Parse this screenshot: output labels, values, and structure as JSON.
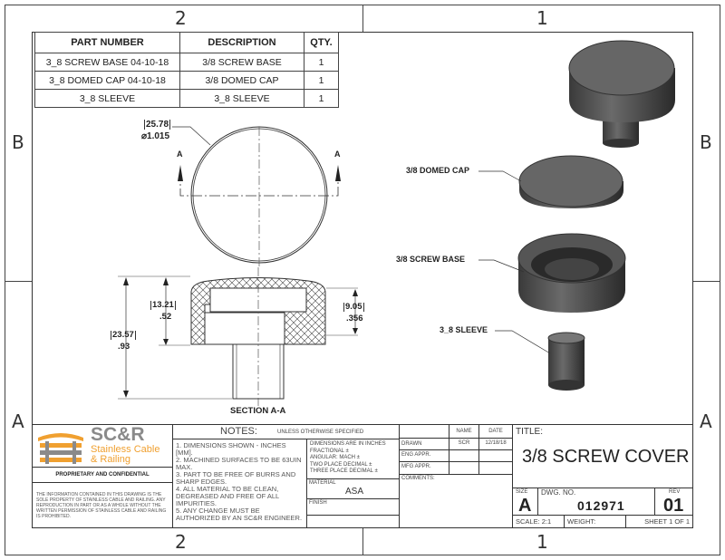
{
  "zones": {
    "top": [
      "2",
      "1"
    ],
    "bottom": [
      "2",
      "1"
    ],
    "left": [
      "B",
      "A"
    ],
    "right": [
      "B",
      "A"
    ]
  },
  "bom": {
    "headers": [
      "PART NUMBER",
      "DESCRIPTION",
      "QTY."
    ],
    "rows": [
      [
        "3_8 SCREW BASE 04-10-18",
        "3/8 SCREW BASE",
        "1"
      ],
      [
        "3_8 DOMED CAP 04-10-18",
        "3/8 DOMED CAP",
        "1"
      ],
      [
        "3_8 SLEEVE",
        "3_8 SLEEVE",
        "1"
      ]
    ]
  },
  "views": {
    "diameter_mm": "25.78",
    "diameter_in": "⌀1.015",
    "section_marker": "A",
    "height_total_mm": "23.57",
    "height_total_in": ".93",
    "height_cap_mm": "13.21",
    "height_cap_in": ".52",
    "depth_mm": "9.05",
    "depth_in": ".356",
    "section_label": "SECTION A-A"
  },
  "callouts": [
    "3/8 DOMED CAP",
    "3/8 SCREW BASE",
    "3_8 SLEEVE"
  ],
  "titleblock": {
    "logo_main": "SC&R",
    "logo_sub1": "Stainless Cable",
    "logo_sub2": "& Railing",
    "proprietary": "PROPRIETARY AND CONFIDENTIAL",
    "disclaimer": "THE INFORMATION CONTAINED IN THIS DRAWING IS THE SOLE PROPERTY OF STAINLESS CABLE AND RAILING. ANY REPRODUCTION IN PART OR AS A WHOLE WITHOUT THE WRITTEN PERMISSION OF STAINLESS CABLE AND RAILING IS PROHIBITED.",
    "notes_title": "NOTES:",
    "notes_sub": "UNLESS OTHERWISE SPECIFIED",
    "notes": [
      "1. DIMENSIONS SHOWN - INCHES [MM].",
      "2. MACHINED SURFACES TO BE 63UIN MAX.",
      "3. PART TO BE FREE OF BURRS AND SHARP EDGES.",
      "4. ALL MATERIAL TO BE CLEAN, DEGREASED AND FREE OF ALL IMPURITIES.",
      "5. ANY CHANGE MUST BE AUTHORIZED BY AN SC&R ENGINEER."
    ],
    "tolerances": [
      "DIMENSIONS ARE IN INCHES",
      "FRACTIONAL  ±",
      "ANGULAR: MACH  ±",
      "TWO PLACE DECIMAL  ±",
      "THREE PLACE DECIMAL  ±"
    ],
    "material_label": "MATERIAL",
    "material": "ASA",
    "finish_label": "FINISH",
    "name_h": "NAME",
    "date_h": "DATE",
    "drawn": "DRAWN",
    "drawn_name": "SCR",
    "drawn_date": "12/18/18",
    "eng": "ENG APPR.",
    "mfg": "MFG APPR.",
    "comments": "COMMENTS:",
    "title_label": "TITLE:",
    "title": "3/8 SCREW COVER",
    "size_label": "SIZE",
    "size": "A",
    "dwg_label": "DWG.  NO.",
    "dwg": "012971",
    "rev_label": "REV",
    "rev": "01",
    "scale": "SCALE: 2:1",
    "weight": "WEIGHT:",
    "sheet": "SHEET 1 OF 1"
  },
  "colors": {
    "logo_orange": "#f0a030",
    "logo_gray": "#8a8a8a",
    "part_gray": "#555555"
  }
}
